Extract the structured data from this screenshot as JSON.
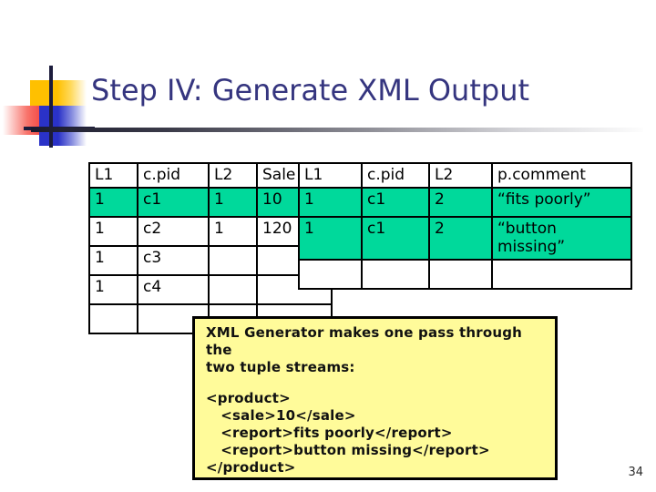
{
  "slide": {
    "title": "Step IV: Generate XML Output",
    "page_number": "34",
    "accent_colors": {
      "title_text": "#35357F",
      "highlight_row": "#00D99B",
      "callout_fill": "#FFFB9A",
      "deco_yellow": "#FFC000",
      "deco_red": "#F01818",
      "deco_blue": "#2A32C8",
      "deco_line": "#1C1C3C"
    }
  },
  "left_table": {
    "name": "sale-tuple-stream",
    "headers": [
      "L1",
      "c.pid",
      "L2",
      "Sale"
    ],
    "rows": [
      {
        "cells": [
          "1",
          "c1",
          "1",
          "10"
        ],
        "highlight": true
      },
      {
        "cells": [
          "1",
          "c2",
          "1",
          "120"
        ],
        "highlight": false
      },
      {
        "cells": [
          "1",
          "c3",
          "",
          ""
        ],
        "highlight": false
      },
      {
        "cells": [
          "1",
          "c4",
          "",
          ""
        ],
        "highlight": false
      },
      {
        "cells": [
          "",
          "",
          "",
          ""
        ],
        "highlight": false
      }
    ]
  },
  "right_table": {
    "name": "comment-tuple-stream",
    "headers": [
      "L1",
      "c.pid",
      "L2",
      "p.comment"
    ],
    "rows": [
      {
        "cells": [
          "1",
          "c1",
          "2",
          "“fits poorly”"
        ],
        "highlight": true
      },
      {
        "cells": [
          "1",
          "c1",
          "2",
          "“button missing”"
        ],
        "highlight": true
      },
      {
        "cells": [
          "",
          "",
          "",
          ""
        ],
        "highlight": false
      }
    ]
  },
  "callout": {
    "heading_line_1": "XML Generator makes one pass through the",
    "heading_line_2": "two tuple streams:",
    "xml_lines": [
      "<product>",
      "   <sale>10</sale>",
      "   <report>fits poorly</report>",
      "   <report>button missing</report>",
      "</product>"
    ]
  }
}
